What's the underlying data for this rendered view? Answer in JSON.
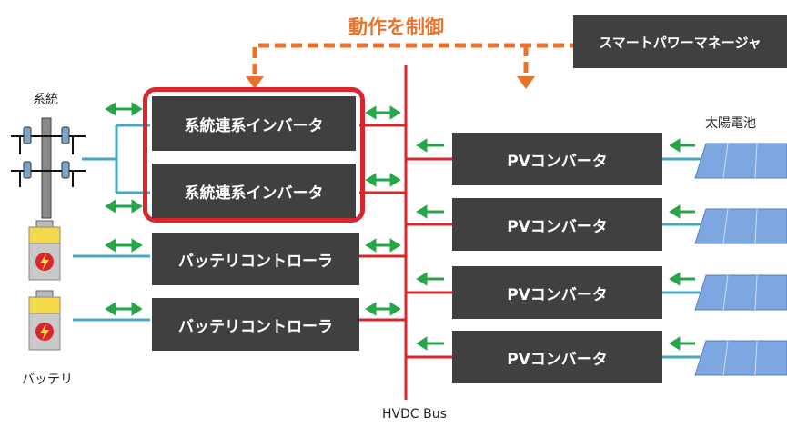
{
  "control_label": "動作を制御",
  "manager": "スマートパワーマネージャ",
  "grid_label": "系統",
  "battery_label": "バッテリ",
  "solar_label": "太陽電池",
  "bus_label": "HVDC Bus",
  "inverters": [
    "系統連系インバータ",
    "系統連系インバータ"
  ],
  "battery_controllers": [
    "バッテリコントローラ",
    "バッテリコントローラ"
  ],
  "pv_converters": [
    "PVコンバータ",
    "PVコンバータ",
    "PVコンバータ",
    "PVコンバータ"
  ],
  "colors": {
    "box": "#404040",
    "bus": "#d9262c",
    "control": "#e8732a",
    "wire": "#4aa7c2",
    "arrow": "#26a649",
    "highlight": "#d9262c"
  }
}
